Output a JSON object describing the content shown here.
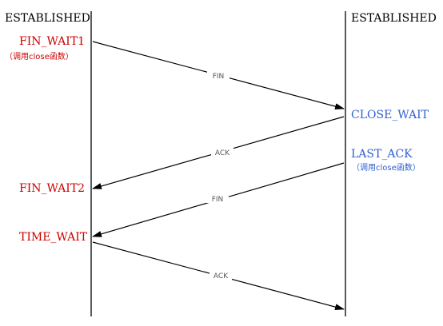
{
  "colors": {
    "line": "#000000",
    "client_state": "#cc0000",
    "server_state": "#2f5fd0",
    "arrow_label": "#555555",
    "header": "#000000"
  },
  "client": {
    "header": "ESTABLISHED",
    "fin_wait1": "FIN_WAIT1",
    "fin_wait1_note": "（调用close函数）",
    "fin_wait2": "FIN_WAIT2",
    "time_wait": "TIME_WAIT"
  },
  "server": {
    "header": "ESTABLISHED",
    "close_wait": "CLOSE_WAIT",
    "last_ack": "LAST_ACK",
    "last_ack_note": "（调用close函数）"
  },
  "messages": {
    "fin_1": "FIN",
    "ack_1": "ACK",
    "fin_2": "FIN",
    "ack_2": "ACK"
  }
}
